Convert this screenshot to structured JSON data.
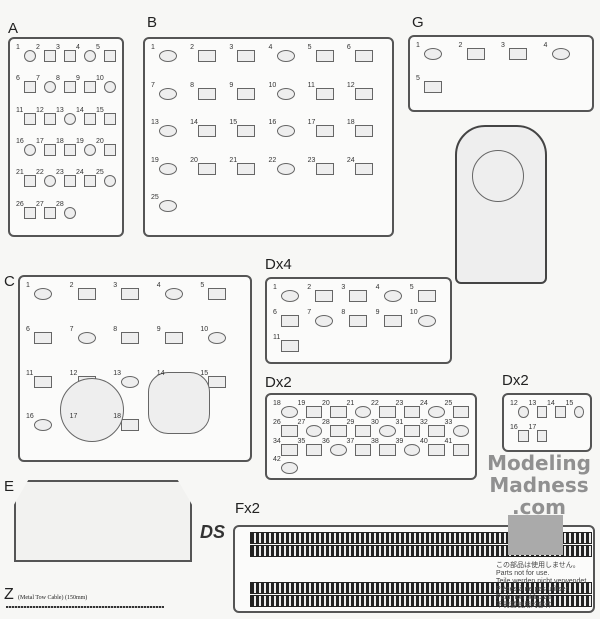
{
  "sprues": [
    {
      "id": "A",
      "label": "A",
      "numbers": [
        "1",
        "2",
        "3",
        "4",
        "5",
        "6",
        "7",
        "8",
        "9",
        "10",
        "11",
        "12",
        "13",
        "14",
        "15",
        "16",
        "17",
        "18",
        "19",
        "20",
        "21",
        "22",
        "23",
        "24",
        "25",
        "26",
        "27",
        "28"
      ]
    },
    {
      "id": "B",
      "label": "B",
      "numbers": [
        "1",
        "2",
        "3",
        "4",
        "5",
        "6",
        "7",
        "8",
        "9",
        "10",
        "11",
        "12",
        "13",
        "14",
        "15",
        "16",
        "17",
        "18",
        "19",
        "20",
        "21",
        "22",
        "23",
        "24",
        "25"
      ]
    },
    {
      "id": "G",
      "label": "G",
      "numbers": [
        "1",
        "2",
        "3",
        "4",
        "5"
      ]
    },
    {
      "id": "C",
      "label": "C",
      "numbers": [
        "1",
        "2",
        "3",
        "4",
        "5",
        "6",
        "7",
        "8",
        "9",
        "10",
        "11",
        "12",
        "13",
        "14",
        "15",
        "16",
        "17",
        "18"
      ]
    },
    {
      "id": "Dx4",
      "label": "Dx4",
      "numbers": [
        "1",
        "2",
        "3",
        "4",
        "5",
        "6",
        "7",
        "8",
        "9",
        "10",
        "11"
      ]
    },
    {
      "id": "Dx2a",
      "label": "Dx2",
      "numbers": [
        "18",
        "19",
        "20",
        "21",
        "22",
        "23",
        "24",
        "25",
        "26",
        "27",
        "28",
        "29",
        "30",
        "31",
        "32",
        "33",
        "34",
        "35",
        "36",
        "37",
        "38",
        "39",
        "40",
        "41",
        "42"
      ]
    },
    {
      "id": "Dx2b",
      "label": "Dx2",
      "numbers": [
        "12",
        "13",
        "14",
        "15",
        "16",
        "17"
      ]
    },
    {
      "id": "E",
      "label": "E",
      "numbers": []
    },
    {
      "id": "Fx2",
      "label": "Fx2",
      "numbers": []
    }
  ],
  "logo": "DS",
  "cable": {
    "label": "Z",
    "desc": "(Metal Tow Cable)  (150mm)"
  },
  "notes": [
    "この部品は使用しません。",
    "Parts not for use.",
    "Teile werden nicht verwendet.",
    "Pièces à ne pas utiliser.",
    "Parti non utilizzati.",
    "不需要使用的部件"
  ],
  "watermark": [
    "Modeling",
    "Madness",
    ".com"
  ]
}
